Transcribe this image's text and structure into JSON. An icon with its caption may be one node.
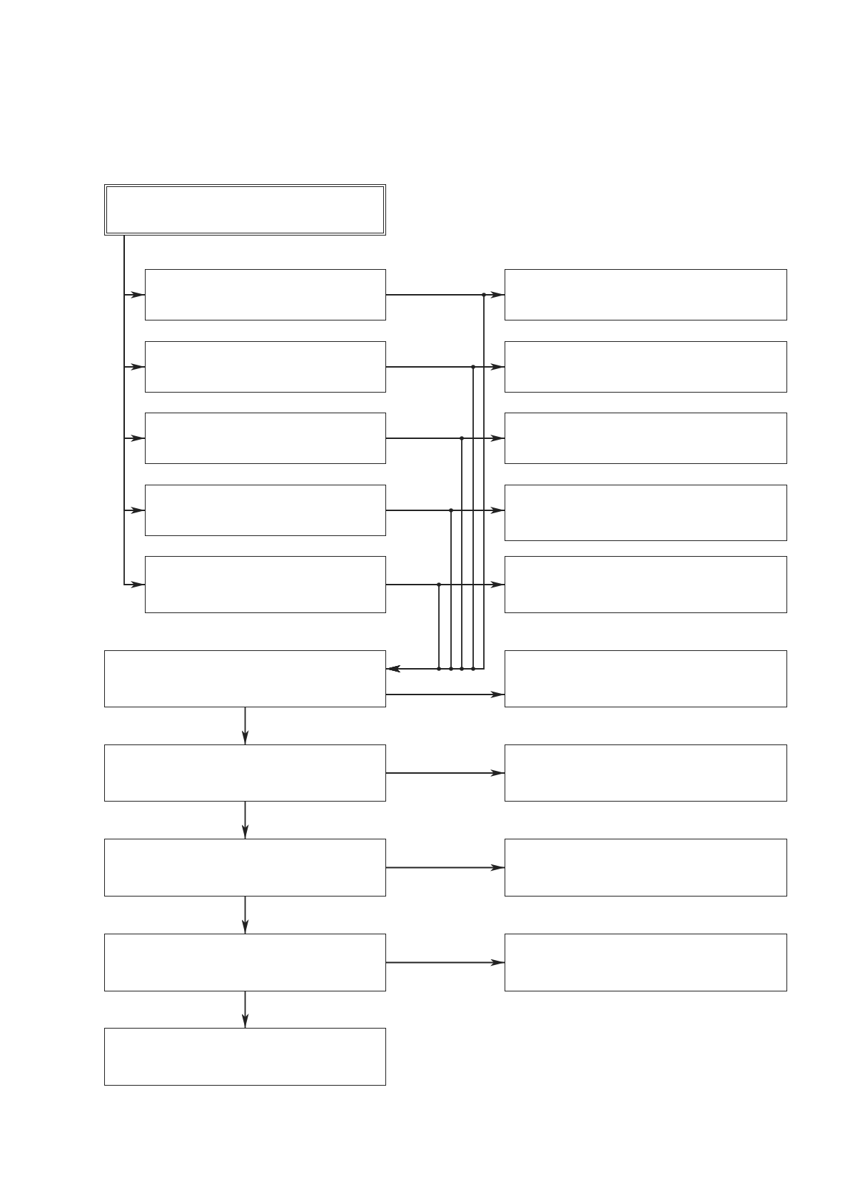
{
  "diagram": {
    "nodes": [
      {
        "text": [],
        "shape": "box"
      },
      {
        "text": [],
        "shape": "box"
      },
      {
        "text": [],
        "shape": "box"
      },
      {
        "text": [],
        "shape": "box"
      },
      {
        "text": [],
        "shape": "box"
      },
      {
        "text": [],
        "shape": "box"
      },
      {
        "text": [],
        "shape": "box"
      },
      {
        "text": [],
        "shape": "box"
      },
      {
        "text": [],
        "shape": "box"
      },
      {
        "text": [],
        "shape": "box"
      },
      {
        "text": [],
        "shape": "box"
      },
      {
        "text": [],
        "shape": "box"
      },
      {
        "text": [],
        "shape": "box"
      },
      {
        "text": [],
        "shape": "box"
      },
      {
        "text": [],
        "shape": "box"
      },
      {
        "text": [],
        "shape": "box"
      },
      {
        "text": [],
        "shape": "box"
      },
      {
        "text": [],
        "shape": "box"
      },
      {
        "text": [],
        "shape": "box"
      },
      {
        "text": [],
        "shape": "box"
      }
    ],
    "edges": [
      {
        "from": 0,
        "to": 1,
        "arrow": "to"
      },
      {
        "from": 0,
        "to": 3,
        "arrow": "to"
      },
      {
        "from": 0,
        "to": 5,
        "arrow": "to"
      },
      {
        "from": 0,
        "to": 7,
        "arrow": "to"
      },
      {
        "from": 0,
        "to": 9,
        "arrow": "to"
      },
      {
        "from": 1,
        "to": 2,
        "arrow": "to"
      },
      {
        "from": 3,
        "to": 4,
        "arrow": "to"
      },
      {
        "from": 5,
        "to": 6,
        "arrow": "to"
      },
      {
        "from": 7,
        "to": 8,
        "arrow": "to"
      },
      {
        "from": 9,
        "to": 10,
        "arrow": "to"
      },
      {
        "from": 1,
        "to": 11,
        "arrow": "to"
      },
      {
        "from": 3,
        "to": 11,
        "arrow": "to"
      },
      {
        "from": 5,
        "to": 11,
        "arrow": "to"
      },
      {
        "from": 7,
        "to": 11,
        "arrow": "to"
      },
      {
        "from": 9,
        "to": 11,
        "arrow": "to"
      },
      {
        "from": 11,
        "to": 12,
        "arrow": "to"
      },
      {
        "from": 11,
        "to": 13,
        "arrow": "to"
      },
      {
        "from": 13,
        "to": 14,
        "arrow": "to"
      },
      {
        "from": 13,
        "to": 15,
        "arrow": "to"
      },
      {
        "from": 15,
        "to": 16,
        "arrow": "to"
      },
      {
        "from": 15,
        "to": 17,
        "arrow": "to"
      },
      {
        "from": 17,
        "to": 18,
        "arrow": "to"
      },
      {
        "from": 17,
        "to": 19,
        "arrow": "to"
      }
    ]
  }
}
